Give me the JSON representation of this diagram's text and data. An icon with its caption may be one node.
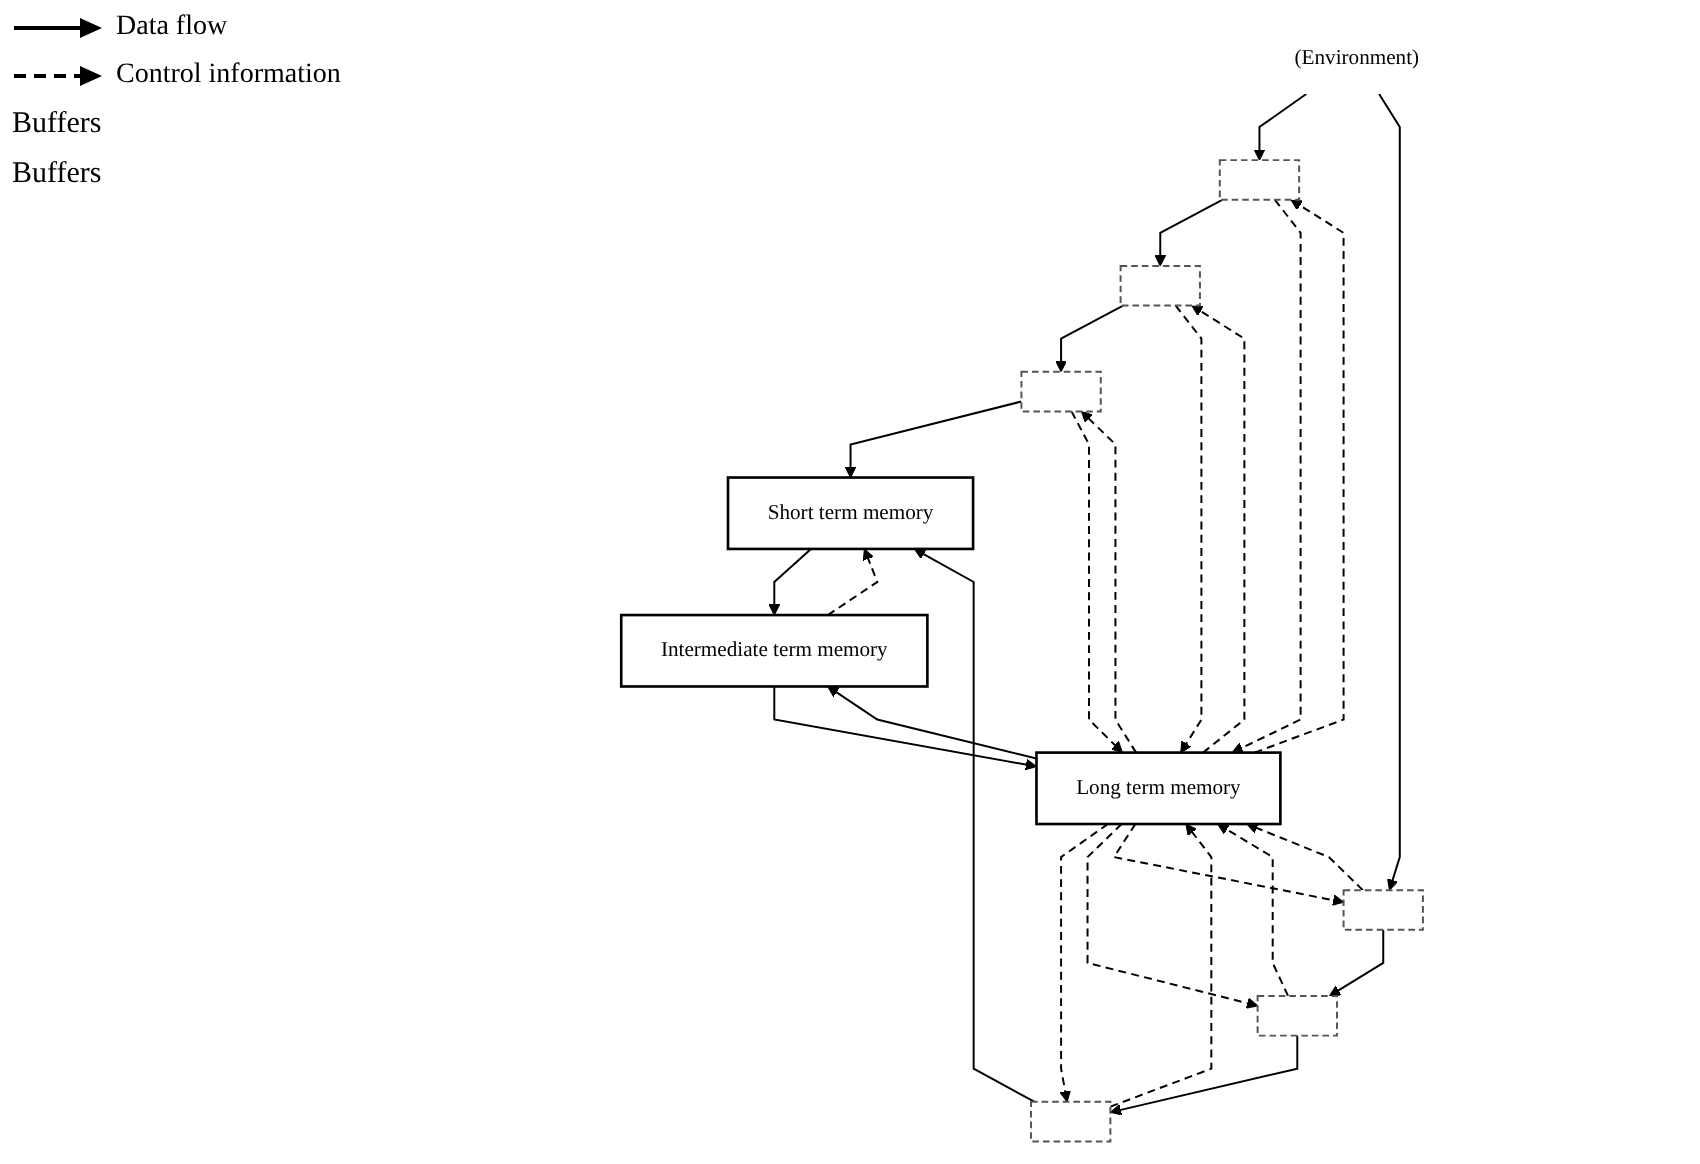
{
  "diagram": {
    "nodes": [
      {
        "text": [
          "Short term memory"
        ]
      },
      {
        "text": [
          "Intermediate term memory"
        ]
      },
      {
        "text": [
          "Long term memory"
        ]
      },
      {
        "text": [],
        "shape": "box"
      },
      {
        "text": [],
        "shape": "box"
      },
      {
        "text": [],
        "shape": "box"
      },
      {
        "text": [],
        "shape": "box"
      },
      {
        "text": [],
        "shape": "box"
      },
      {
        "text": [],
        "shape": "box"
      },
      {
        "text": [
          "(Environment)"
        ]
      }
    ],
    "edges": [
      {
        "from": 3,
        "to": 0,
        "arrow": "to"
      },
      {
        "from": 6,
        "to": 0,
        "arrow": "to"
      },
      {
        "from": 0,
        "to": 1,
        "arrow": "to"
      },
      {
        "from": 1,
        "to": 0,
        "arrow": "to",
        "style": "dashed"
      },
      {
        "from": 1,
        "to": 2,
        "arrow": "to"
      },
      {
        "from": 2,
        "to": 1,
        "arrow": "to"
      },
      {
        "from": 2,
        "to": 3,
        "arrow": "to",
        "style": "dashed"
      },
      {
        "from": 3,
        "to": 2,
        "arrow": "to",
        "style": "dashed"
      },
      {
        "from": 2,
        "to": 6,
        "arrow": "to",
        "style": "dashed"
      },
      {
        "from": 6,
        "to": 2,
        "arrow": "to",
        "style": "dashed"
      },
      {
        "from": 4,
        "to": 3,
        "arrow": "to"
      },
      {
        "from": 7,
        "to": 6,
        "arrow": "to"
      },
      {
        "from": 2,
        "to": 4,
        "arrow": "to",
        "style": "dashed"
      },
      {
        "from": 4,
        "to": 2,
        "arrow": "to",
        "style": "dashed"
      },
      {
        "from": 2,
        "to": 7,
        "arrow": "to",
        "style": "dashed"
      },
      {
        "from": 7,
        "to": 2,
        "arrow": "to",
        "style": "dashed"
      },
      {
        "from": 5,
        "to": 4,
        "arrow": "to"
      },
      {
        "from": 8,
        "to": 7,
        "arrow": "to"
      },
      {
        "from": 2,
        "to": 5,
        "arrow": "to",
        "style": "dashed"
      },
      {
        "from": 5,
        "to": 2,
        "arrow": "to",
        "style": "dashed"
      },
      {
        "from": 2,
        "to": 8,
        "arrow": "to",
        "style": "dashed"
      },
      {
        "from": 8,
        "to": 2,
        "arrow": "to",
        "style": "dashed"
      },
      {
        "from": 9,
        "to": 5,
        "arrow": "to"
      },
      {
        "from": 9,
        "to": 8,
        "arrow": "to"
      }
    ],
    "labels": [
      "Buffers",
      "Buffers"
    ],
    "legend": [
      {
        "text": "Data flow"
      },
      {
        "text": "Control information"
      }
    ]
  }
}
